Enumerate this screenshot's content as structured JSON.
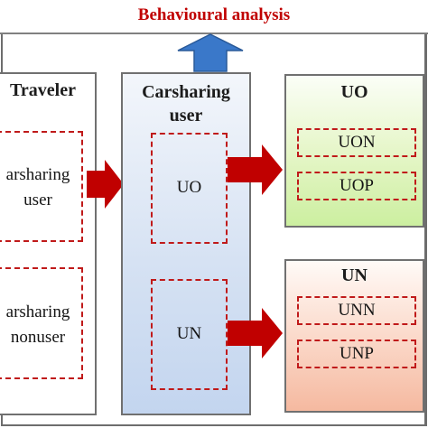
{
  "banner": {
    "title": "Behavioural analysis"
  },
  "traveler": {
    "heading": "Traveler",
    "box1": [
      "arsharing",
      "user"
    ],
    "box2": [
      "arsharing",
      "nonuser"
    ]
  },
  "carsharing_user": {
    "heading": [
      "Carsharing",
      "user"
    ],
    "box1": "UO",
    "box2": "UN"
  },
  "uo": {
    "heading": "UO",
    "items": [
      "UON",
      "UOP"
    ]
  },
  "un": {
    "heading": "UN",
    "items": [
      "UNN",
      "UNP"
    ]
  },
  "colors": {
    "accent_red": "#c00000",
    "arrow_red": "#c00000",
    "arrow_blue": "#3a78c9",
    "uo_green": "#ccefa0",
    "un_orange": "#f5b9a0",
    "user_blue": "#c3d5ef"
  }
}
